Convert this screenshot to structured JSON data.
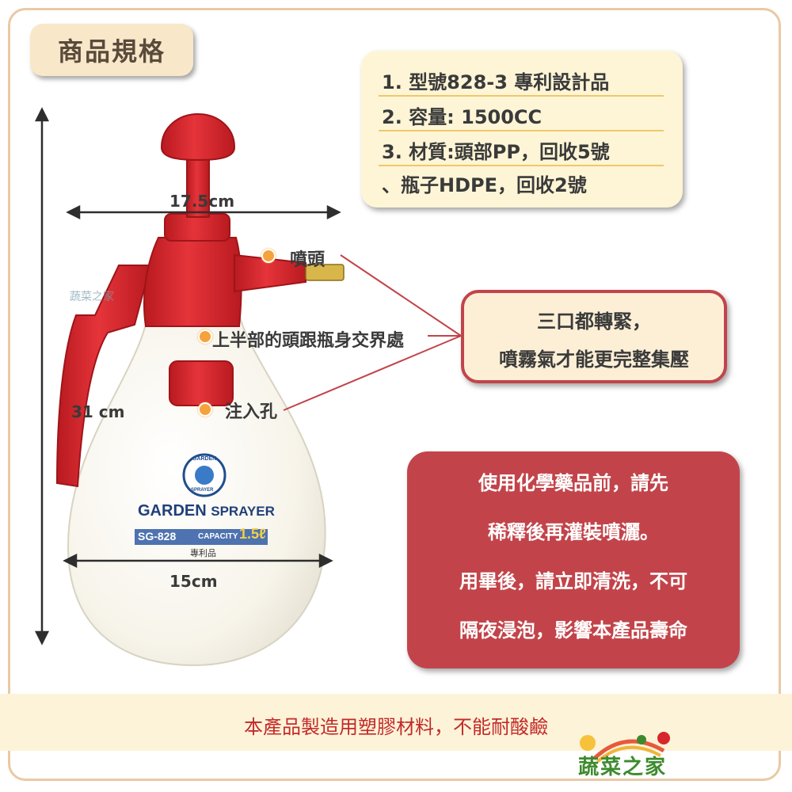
{
  "header": {
    "title": "商品規格"
  },
  "specs": [
    "1. 型號828-3 專利設計品",
    "2. 容量: 1500CC",
    "3. 材質:頭部PP，回收5號",
    "、瓶子HDPE，回收2號"
  ],
  "dimensions": {
    "width_top": "17.5cm",
    "height": "31 cm",
    "width_bottom": "15cm"
  },
  "part_labels": {
    "nozzle": "噴頭",
    "joint": "上半部的頭跟瓶身交界處",
    "fill_hole": "注入孔"
  },
  "callout_tighten": [
    "三口都轉緊，",
    "噴霧氣才能更完整集壓"
  ],
  "callout_chemical": [
    "使用化學藥品前，請先",
    "稀釋後再灌裝噴灑。",
    "用畢後，請立即清洗，不可",
    "隔夜浸泡，影響本產品壽命"
  ],
  "bottle_label": {
    "brand": "GARDEN",
    "product": "SPRAYER",
    "model": "SG-828",
    "capacity_label": "CAPACITY",
    "capacity_value": "1.5ℓ",
    "patent": "專利品",
    "badge_top": "GARDEN",
    "badge_bottom": "SPRAYER"
  },
  "footer": {
    "note": "本產品製造用塑膠材料，不能耐酸鹼"
  },
  "logo": {
    "text": "蔬菜之家"
  },
  "watermark": {
    "text": "蔬菜之家"
  },
  "colors": {
    "accent_red": "#c2444a",
    "bottle_red": "#d7262c",
    "cream": "#fdf5d6",
    "dot_orange": "#f6a23c",
    "logo_green": "#3d8a2e"
  }
}
